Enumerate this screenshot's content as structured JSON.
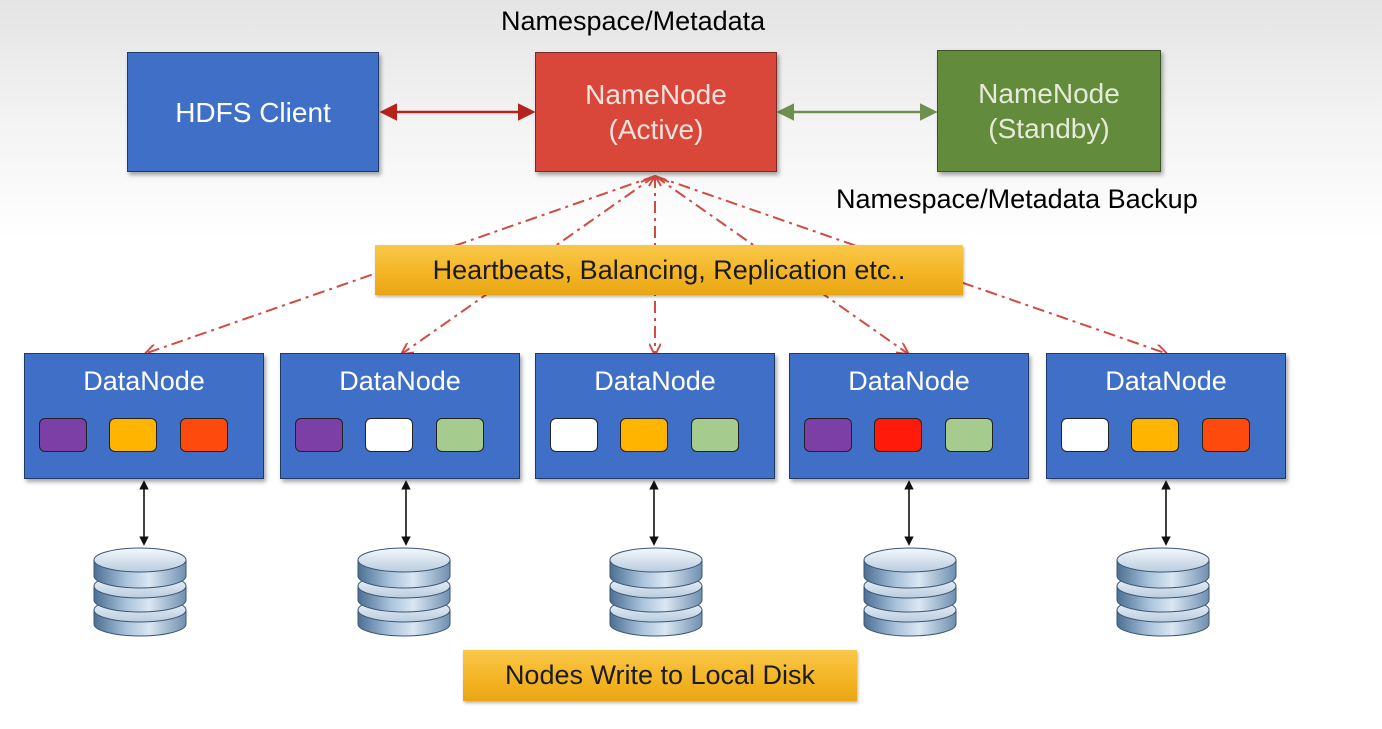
{
  "title_top": "Namespace/Metadata",
  "title_backup": "Namespace/Metadata Backup",
  "hdfs_client": {
    "label": "HDFS Client"
  },
  "namenode_active": {
    "line1": "NameNode",
    "line2": "(Active)"
  },
  "namenode_standby": {
    "line1": "NameNode",
    "line2": "(Standby)"
  },
  "banner_heartbeats": "Heartbeats, Balancing, Replication etc..",
  "banner_disk": "Nodes Write to Local Disk",
  "block_colors": {
    "purple": "#7b3fa6",
    "yellow": "#ffb400",
    "orange": "#ff4a0d",
    "red": "#ff1a0a",
    "white": "#ffffff",
    "green": "#a5cc8e"
  },
  "datanodes": [
    {
      "label": "DataNode",
      "blocks": [
        "purple",
        "yellow",
        "orange"
      ]
    },
    {
      "label": "DataNode",
      "blocks": [
        "purple",
        "white",
        "green"
      ]
    },
    {
      "label": "DataNode",
      "blocks": [
        "white",
        "yellow",
        "green"
      ]
    },
    {
      "label": "DataNode",
      "blocks": [
        "purple",
        "red",
        "green"
      ]
    },
    {
      "label": "DataNode",
      "blocks": [
        "white",
        "yellow",
        "orange"
      ]
    }
  ]
}
